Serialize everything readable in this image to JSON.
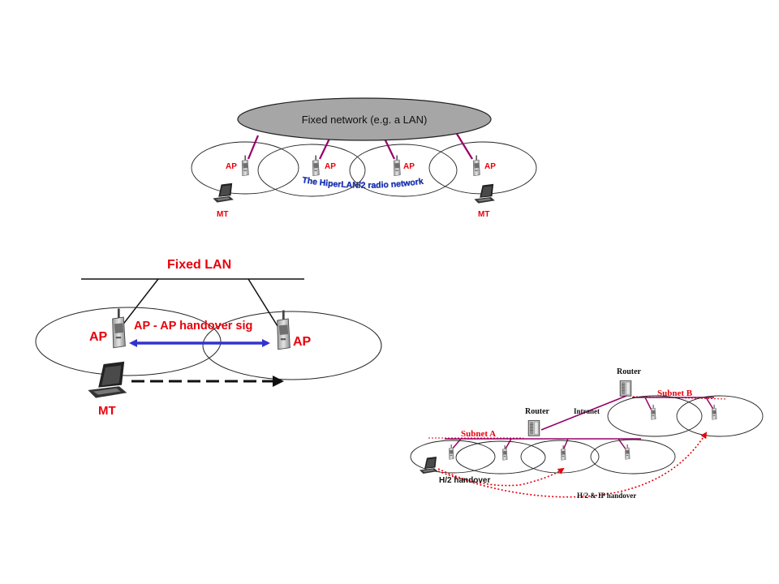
{
  "diagram1": {
    "fixed_network_label": "Fixed network (e.g. a LAN)",
    "ap_label": "AP",
    "mt_label": "MT",
    "radio_network_label": "The HiperLAN/2 radio network"
  },
  "diagram2": {
    "fixed_lan_label": "Fixed LAN",
    "ap_label": "AP",
    "handover_label": "AP - AP handover sig",
    "mt_label": "MT"
  },
  "diagram3": {
    "router_label": "Router",
    "intranet_label": "Intranet",
    "subnet_a_label": "Subnet A",
    "subnet_b_label": "Subnet B",
    "h2_handover_label": "H/2 handover",
    "h2_ip_handover_label": "H/2 & IP handover"
  },
  "colors": {
    "accent_red": "#e8000b",
    "link_purple": "#990066",
    "arrow_blue": "#3333cc",
    "cloud_gray": "#a6a6a6",
    "radio_label_blue": "#1c3ad1"
  }
}
